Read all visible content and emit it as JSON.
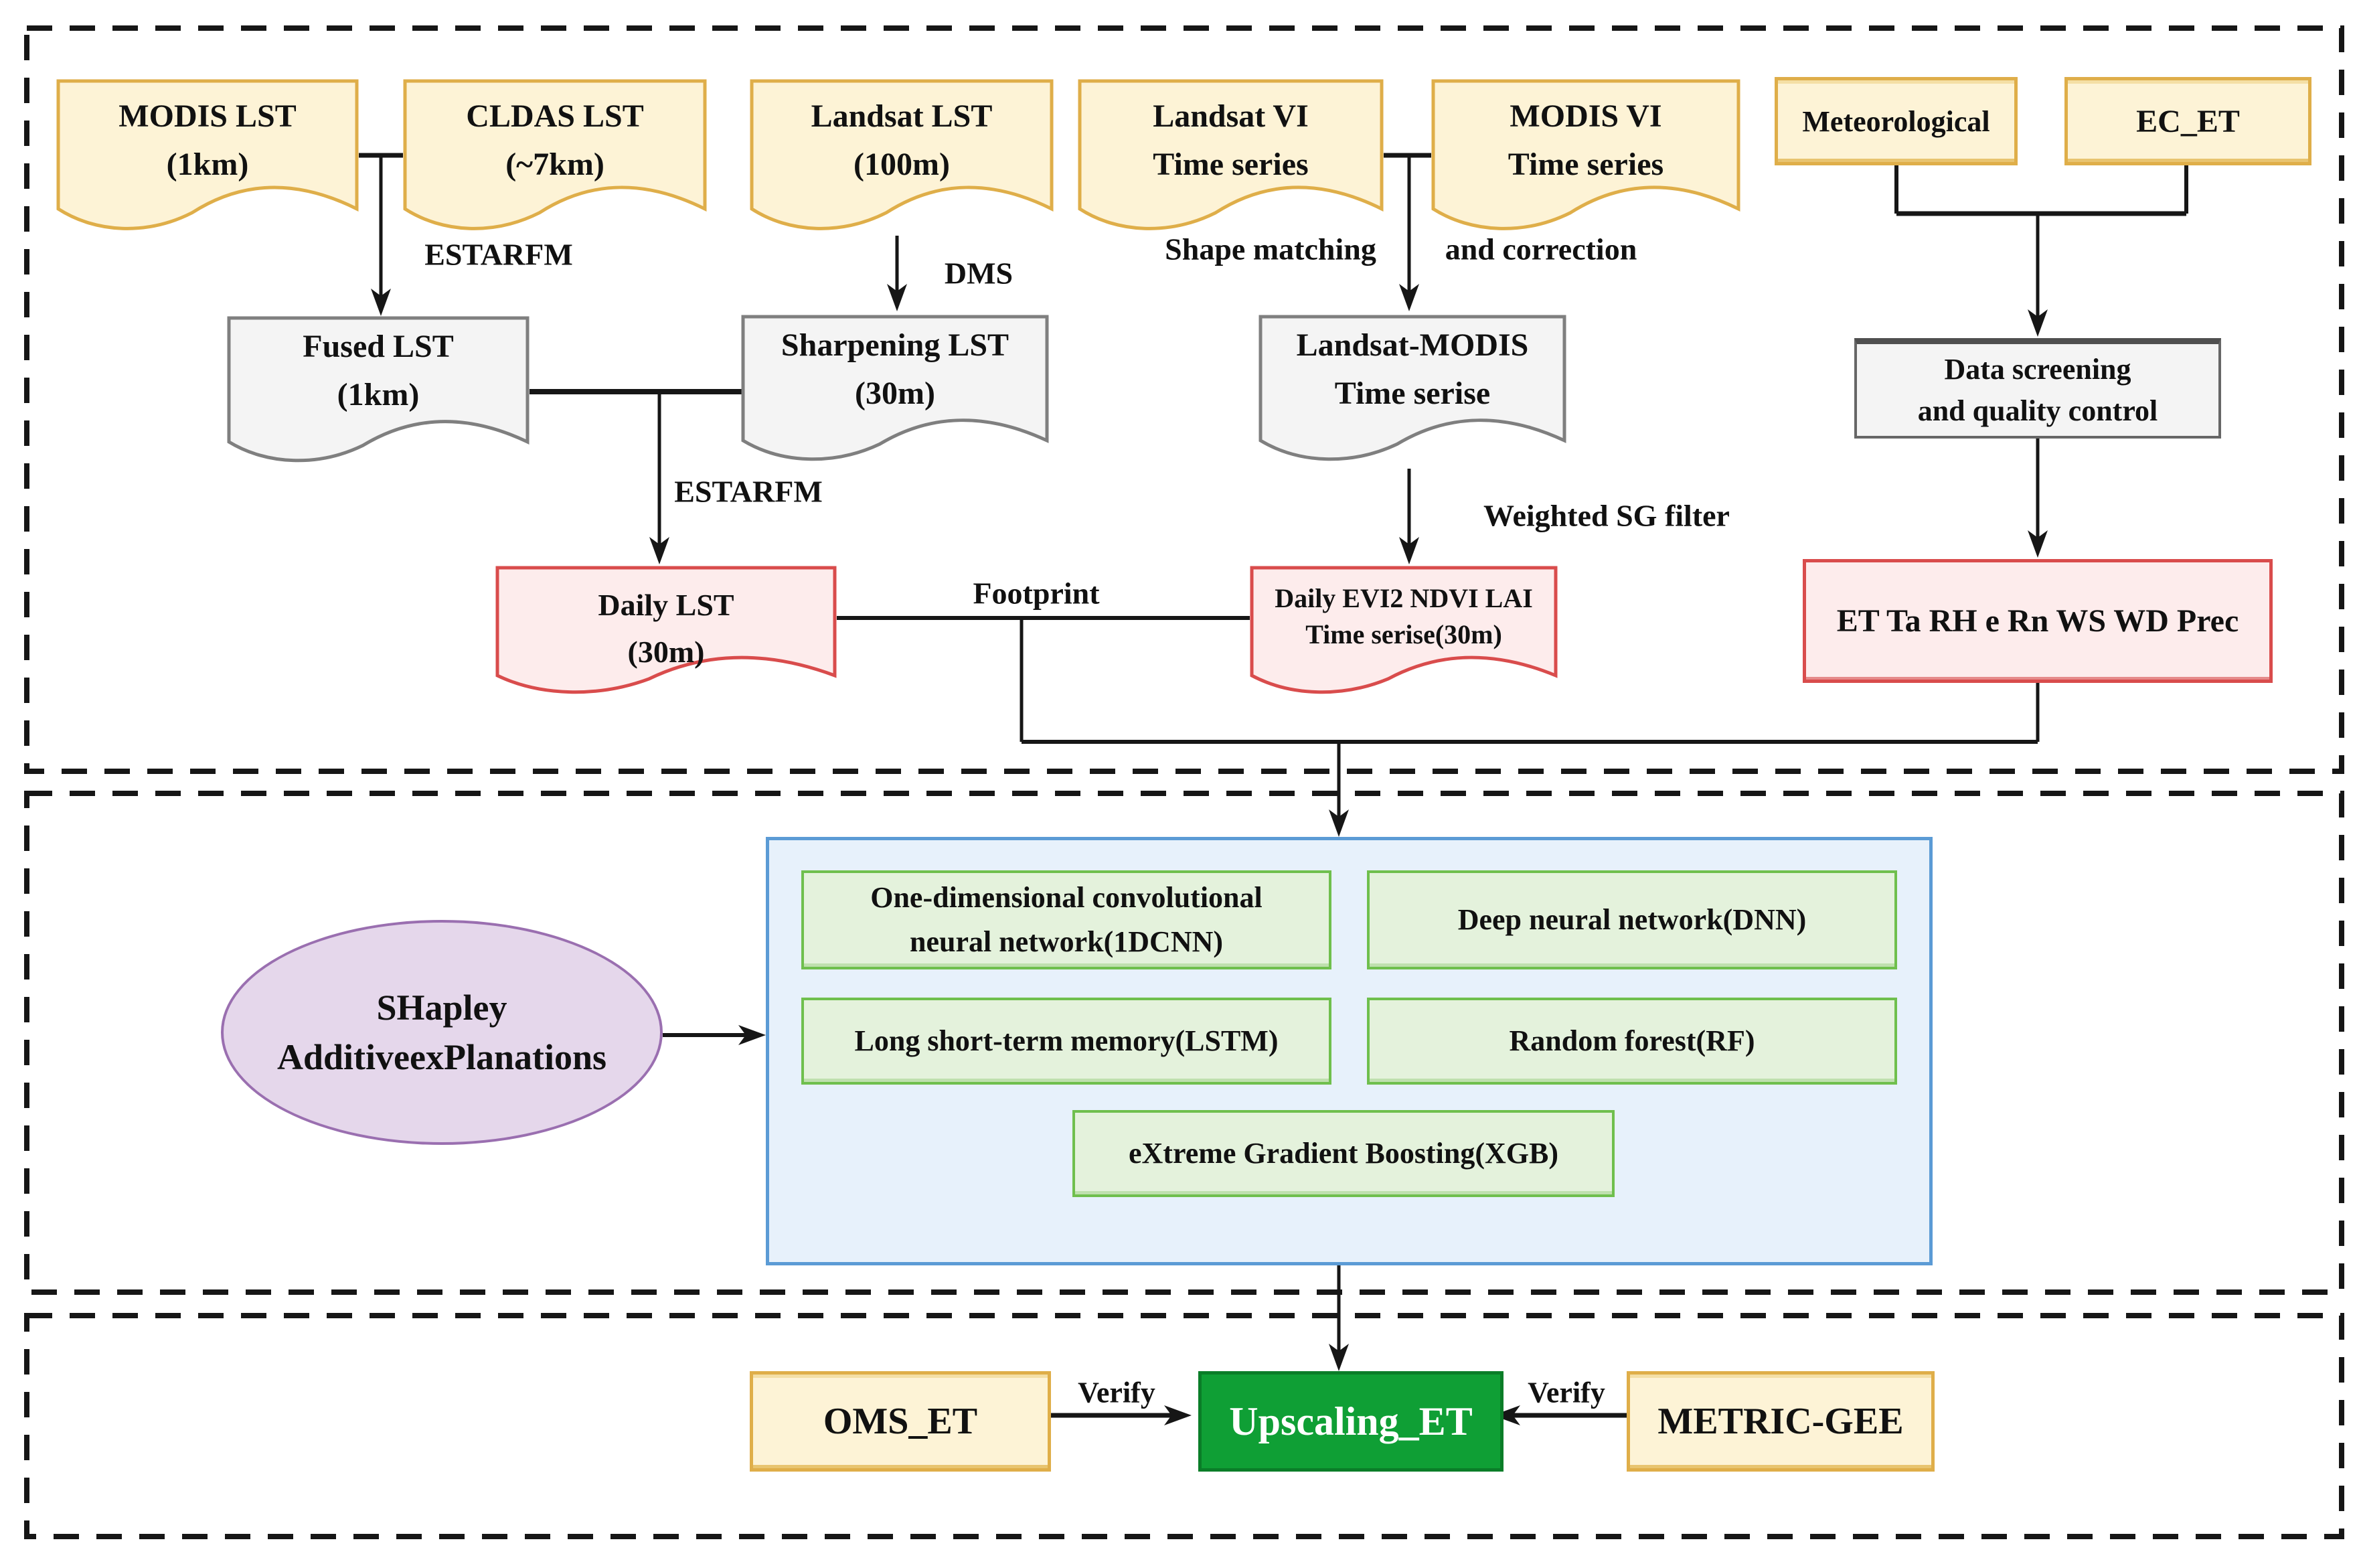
{
  "figure": {
    "type": "flowchart",
    "description": "ET upscaling workflow diagram with three dashed sections: data preprocessing, machine-learning models with SHAP, and verification"
  },
  "nodes": {
    "modis_lst": {
      "line1": "MODIS LST",
      "line2": "(1km)"
    },
    "cldas_lst": {
      "line1": "CLDAS LST",
      "line2": "(~7km)"
    },
    "landsat_lst": {
      "line1": "Landsat LST",
      "line2": "(100m)"
    },
    "landsat_vi": {
      "line1": "Landsat VI",
      "line2": "Time series"
    },
    "modis_vi": {
      "line1": "MODIS VI",
      "line2": "Time series"
    },
    "meteorological": {
      "label": "Meteorological"
    },
    "ec_et": {
      "label": "EC_ET"
    },
    "fused_lst": {
      "line1": "Fused LST",
      "line2": "(1km)"
    },
    "sharpening_lst": {
      "line1": "Sharpening LST",
      "line2": "(30m)"
    },
    "landsat_modis": {
      "line1": "Landsat-MODIS",
      "line2": "Time serise"
    },
    "data_screening": {
      "line1": "Data screening",
      "line2": "and quality control"
    },
    "daily_lst": {
      "line1": "Daily LST",
      "line2": "(30m)"
    },
    "daily_evi2": {
      "line1": "Daily EVI2 NDVI LAI",
      "line2": "Time serise(30m)"
    },
    "et_vars": {
      "label": "ET Ta RH e Rn WS WD Prec"
    },
    "shap": {
      "line1": "SHapley",
      "line2": "AdditiveexPlanations"
    },
    "cnn1d": {
      "line1": "One-dimensional convolutional",
      "line2": "neural network(1DCNN)"
    },
    "dnn": {
      "label": "Deep neural network(DNN)"
    },
    "lstm": {
      "label": "Long short-term memory(LSTM)"
    },
    "rf": {
      "label": "Random forest(RF)"
    },
    "xgb": {
      "label": "eXtreme Gradient Boosting(XGB)"
    },
    "oms_et": {
      "label": "OMS_ET"
    },
    "upscaling_et": {
      "label": "Upscaling_ET"
    },
    "metric_gee": {
      "label": "METRIC-GEE"
    }
  },
  "edge_labels": {
    "estarfm_1": "ESTARFM",
    "dms": "DMS",
    "shape_matching": "Shape matching",
    "and_correction": "and correction",
    "estarfm_2": "ESTARFM",
    "weighted_sg": "Weighted SG filter",
    "footprint": "Footprint",
    "verify_left": "Verify",
    "verify_right": "Verify"
  },
  "colors": {
    "source_doc_fill": "#fdf3d6",
    "source_doc_border": "#dfae49",
    "gray_doc_fill": "#f4f4f4",
    "gray_doc_border": "#7f7f7f",
    "pink_doc_fill": "#fdecec",
    "pink_doc_border": "#d94c4c",
    "models_panel_fill": "#e7f1fb",
    "models_panel_border": "#5b9bd5",
    "model_box_fill": "#e4f2dc",
    "model_box_border": "#6fbf4d",
    "shap_fill": "#e5d7eb",
    "shap_border": "#9a6fb0",
    "upscaling_fill": "#0f9f35",
    "upscaling_text": "#ffffff",
    "line_color": "#161616"
  }
}
